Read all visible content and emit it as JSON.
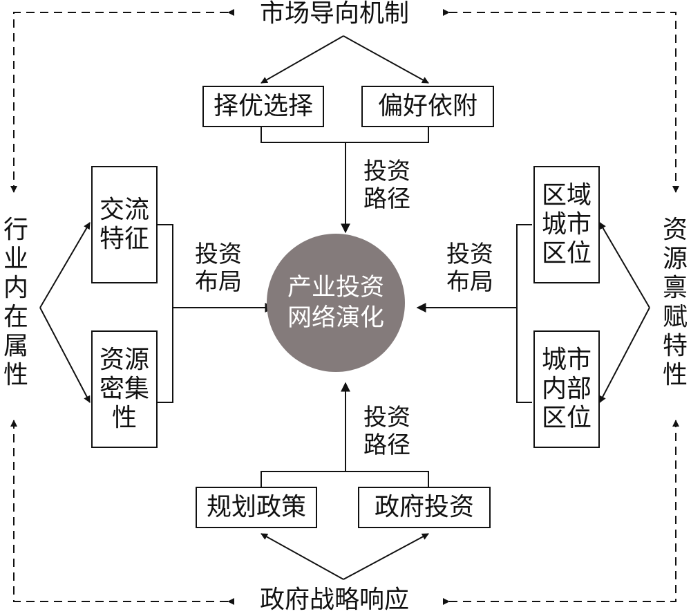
{
  "top_node": "市场导向机制",
  "bottom_node": "政府战略响应",
  "left_node": "行业内在属性",
  "right_node": "资源禀赋特性",
  "center_node": {
    "line1": "产业投资",
    "line2": "网络演化",
    "fill": "#847b7b"
  },
  "top_boxes": [
    "择优选择",
    "偏好依附"
  ],
  "bottom_boxes": [
    "规划政策",
    "政府投资"
  ],
  "left_boxes": [
    "交流特征",
    "资源密集性"
  ],
  "right_boxes": [
    "区域城市区位",
    "城市内部区位"
  ],
  "labels": {
    "top": "投资路径",
    "bottom": "投资路径",
    "left": "投资布局",
    "right": "投资布局"
  }
}
